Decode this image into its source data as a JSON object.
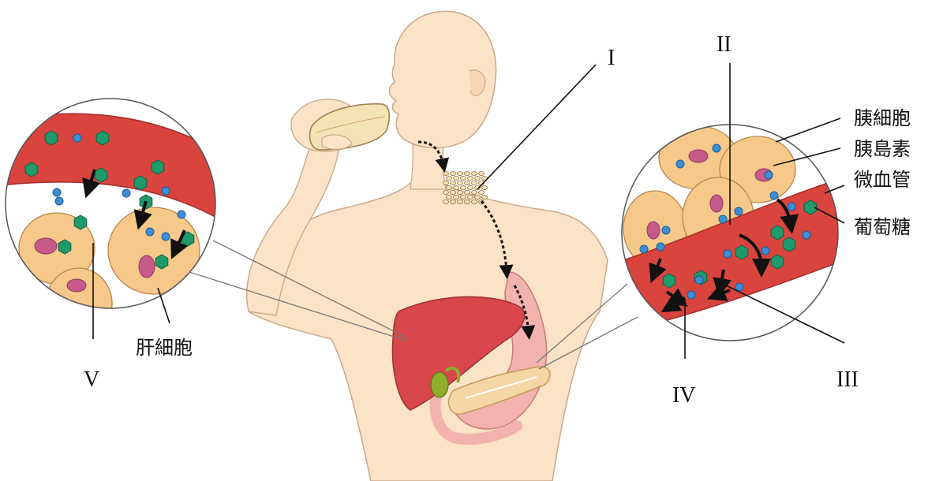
{
  "labels": {
    "step1": "I",
    "step2": "II",
    "step3": "III",
    "step4": "IV",
    "step5": "V",
    "liver_cell": "肝細胞",
    "pancreatic_cell": "胰細胞",
    "insulin": "胰島素",
    "capillary": "微血管",
    "glucose": "葡萄糖"
  },
  "colors": {
    "skin": "#fbe3c7",
    "skin_outline": "#c9a98a",
    "blood_vessel": "#d9453e",
    "cell_fill": "#f6c98a",
    "nucleus": "#c75a8a",
    "glucose": "#1f9a6a",
    "insulin": "#3a8fd6",
    "liver": "#d8474a",
    "stomach": "#f2b3ae",
    "pancreas": "#f4d7a4",
    "gallbladder": "#8fae2a"
  }
}
